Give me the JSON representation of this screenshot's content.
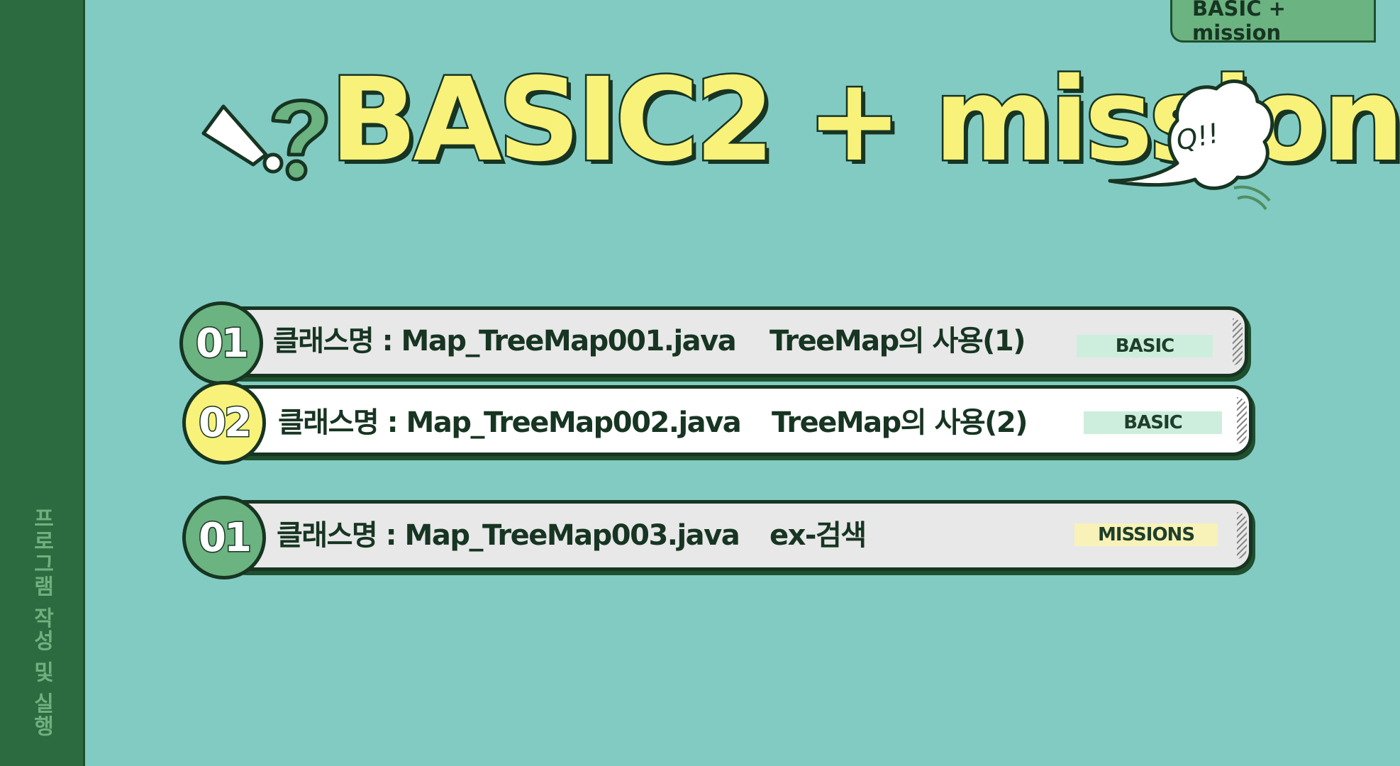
{
  "corner_tag": "BASIC + mission",
  "sidebar_label": "프로그램 작성 및 실행",
  "title": "BASIC2 + mission",
  "speech_bubble": "Q!!",
  "rows": [
    {
      "number": "01",
      "class_text": "클래스명 : Map_TreeMap001.java",
      "description": "TreeMap의 사용(1)",
      "tag": "BASIC"
    },
    {
      "number": "02",
      "class_text": "클래스명 : Map_TreeMap002.java",
      "description": "TreeMap의 사용(2)",
      "tag": "BASIC"
    },
    {
      "number": "01",
      "class_text": "클래스명 : Map_TreeMap003.java",
      "description": "ex-검색",
      "tag": "MISSIONS"
    }
  ],
  "colors": {
    "background": "#82cbc3",
    "sidebar": "#2c6a3f",
    "accent_yellow": "#f8f27a",
    "accent_green": "#6bb380",
    "outline": "#173522"
  }
}
